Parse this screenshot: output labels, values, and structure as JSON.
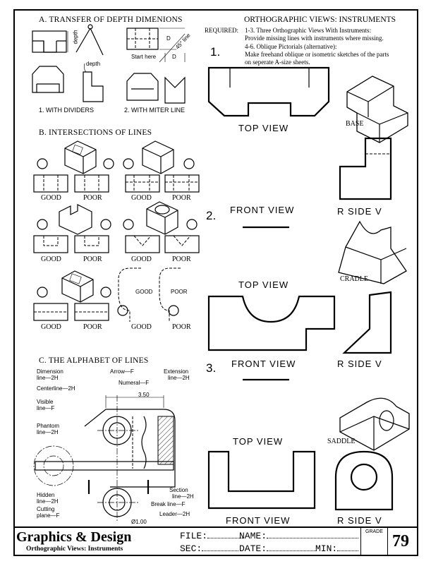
{
  "header": {
    "title": "ORTHOGRAPHIC VIEWS: INSTRUMENTS",
    "required_label": "REQUIRED:",
    "req1": "1-3. Three Orthographic Views With Instruments:",
    "req2": "Provide missing lines with instruments where missing.",
    "req3": "4-6. Oblique Pictorials (alternative):",
    "req4": "Make freehand oblique or isometric sketches of the parts",
    "req5": "on seperate A-size sheets."
  },
  "section_a": {
    "title": "A. TRANSFER OF DEPTH DIMENIONS",
    "depth1": "depth",
    "depth2": "depth",
    "d_label": "D",
    "d_label2": "D",
    "miter": "45° line",
    "start": "Start here",
    "cap1": "1. WITH DIVIDERS",
    "cap2": "2. WITH MITER LINE"
  },
  "section_b": {
    "title": "B. INTERSECTIONS OF LINES",
    "rows": [
      {
        "left_good": "GOOD",
        "left_poor": "POOR",
        "right_good": "GOOD",
        "right_poor": "POOR"
      },
      {
        "left_good": "GOOD",
        "left_poor": "POOR",
        "right_good": "GOOD",
        "right_poor": "POOR"
      },
      {
        "left_good": "GOOD",
        "left_poor": "POOR",
        "right_good": "GOOD",
        "right_poor": "POOR"
      }
    ],
    "inner_good": "GOOD",
    "inner_poor": "POOR"
  },
  "section_c": {
    "title": "C. THE ALPHABET OF LINES",
    "dimension": "Dimension\nline—2H",
    "dimension_a": "Dimension",
    "dimension_b": "line—2H",
    "arrow": "Arrow—F",
    "extension_a": "Extension",
    "extension_b": "line—2H",
    "numeral": "Numeral—F",
    "centerline": "Centerline—2H",
    "dim_value": "3.50",
    "visible_a": "Visible",
    "visible_b": "line—F",
    "phantom_a": "Phantom",
    "phantom_b": "line—2H",
    "section_a": "Section",
    "section_b": "line—2H",
    "hidden_a": "Hidden",
    "hidden_b": "line—2H",
    "break": "Break line—F",
    "cutting_a": "Cutting",
    "cutting_b": "plane—F",
    "leader": "Leader—2H",
    "dia": "Ø1.00"
  },
  "problems": {
    "p1_num": "1.",
    "p1_top": "TOP VIEW",
    "p1_base": "BASE",
    "p2_num": "2.",
    "p2_front": "FRONT VIEW",
    "p2_rside": "R SIDE V",
    "p2_cradle": "CRADLE",
    "p2_top": "TOP VIEW",
    "p3_num": "3.",
    "p3_front": "FRONT VIEW",
    "p3_rside": "R SIDE V",
    "p3_saddle": "SADDLE",
    "p3_top": "TOP VIEW",
    "p3_front2": "FRONT VIEW",
    "p3_rside2": "R SIDE V"
  },
  "title_block": {
    "brand": "Graphics & Design",
    "subtitle": "Orthographic Views: Instruments",
    "file_label": "FILE:",
    "name_label": "NAME:",
    "sec_label": "SEC:",
    "date_label": "DATE:",
    "min_label": "MIN:",
    "grade_label": "GRADE",
    "page_number": "79"
  }
}
